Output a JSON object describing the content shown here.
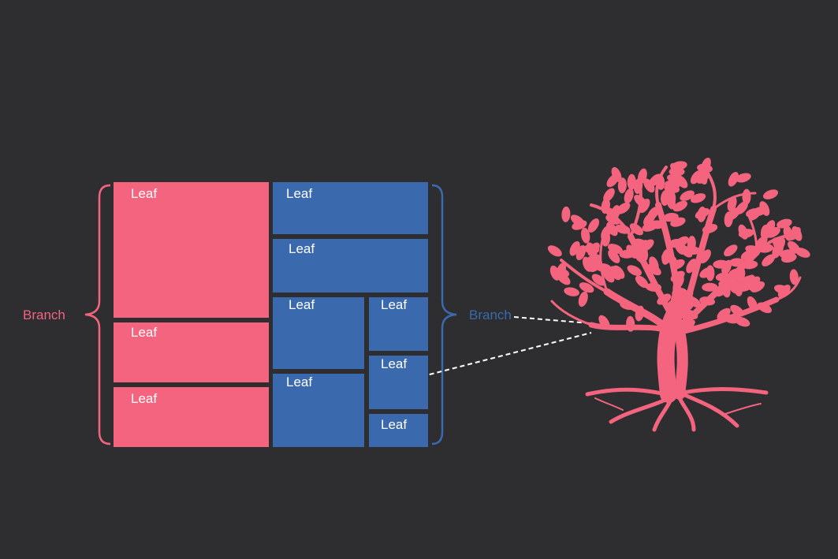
{
  "colors": {
    "background": "#2e2e30",
    "pink": "#f4647f",
    "blue": "#3a6aad",
    "connector": "#ffffff"
  },
  "branches": [
    {
      "label": "Branch",
      "color": "pink"
    },
    {
      "label": "Branch",
      "color": "blue"
    }
  ],
  "leaves": [
    {
      "label": "Leaf",
      "branch": 0
    },
    {
      "label": "Leaf",
      "branch": 0
    },
    {
      "label": "Leaf",
      "branch": 0
    },
    {
      "label": "Leaf",
      "branch": 1
    },
    {
      "label": "Leaf",
      "branch": 1
    },
    {
      "label": "Leaf",
      "branch": 1
    },
    {
      "label": "Leaf",
      "branch": 1
    },
    {
      "label": "Leaf",
      "branch": 1
    },
    {
      "label": "Leaf",
      "branch": 1
    },
    {
      "label": "Leaf",
      "branch": 1
    }
  ],
  "illustration": {
    "icon": "tree-icon",
    "color": "pink"
  }
}
